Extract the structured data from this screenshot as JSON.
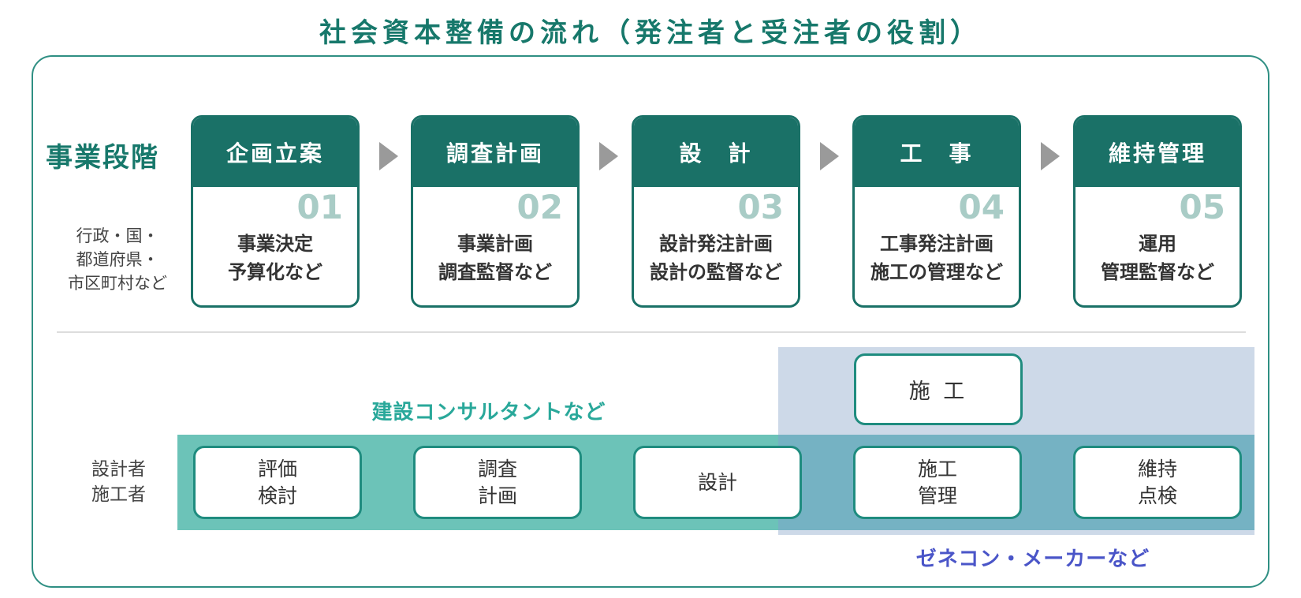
{
  "title": "社会資本整備の流れ（発注者と受注者の役割）",
  "stage_heading": "事業段階",
  "admin_label": [
    "行政・国・",
    "都道府県・",
    "市区町村など"
  ],
  "stages": [
    {
      "name": "企画立案",
      "number": "01",
      "desc": [
        "事業決定",
        "予算化など"
      ]
    },
    {
      "name": "調査計画",
      "number": "02",
      "desc": [
        "事業計画",
        "調査監督など"
      ]
    },
    {
      "name": "設　計",
      "number": "03",
      "desc": [
        "設計発注計画",
        "設計の監督など"
      ]
    },
    {
      "name": "工　事",
      "number": "04",
      "desc": [
        "工事発注計画",
        "施工の管理など"
      ]
    },
    {
      "name": "維持管理",
      "number": "05",
      "desc": [
        "運用",
        "管理監督など"
      ]
    }
  ],
  "worker_label": [
    "設計者",
    "施工者"
  ],
  "consultant_label": "建設コンサルタントなど",
  "contractor_label": "ゼネコン・メーカーなど",
  "construction_box": "施 工",
  "roles": [
    [
      "評価",
      "検討"
    ],
    [
      "調査",
      "計画"
    ],
    [
      "設計"
    ],
    [
      "施工",
      "管理"
    ],
    [
      "維持",
      "点検"
    ]
  ],
  "colors": {
    "dark_green": "#1a7167",
    "teal_band": "#6cc3b8",
    "blue_zone": "#cdd9e8",
    "overlap": "#75b2c3",
    "consultant_text": "#29a89a",
    "contractor_text": "#4a55c8",
    "arrow": "#9a9a9a"
  }
}
